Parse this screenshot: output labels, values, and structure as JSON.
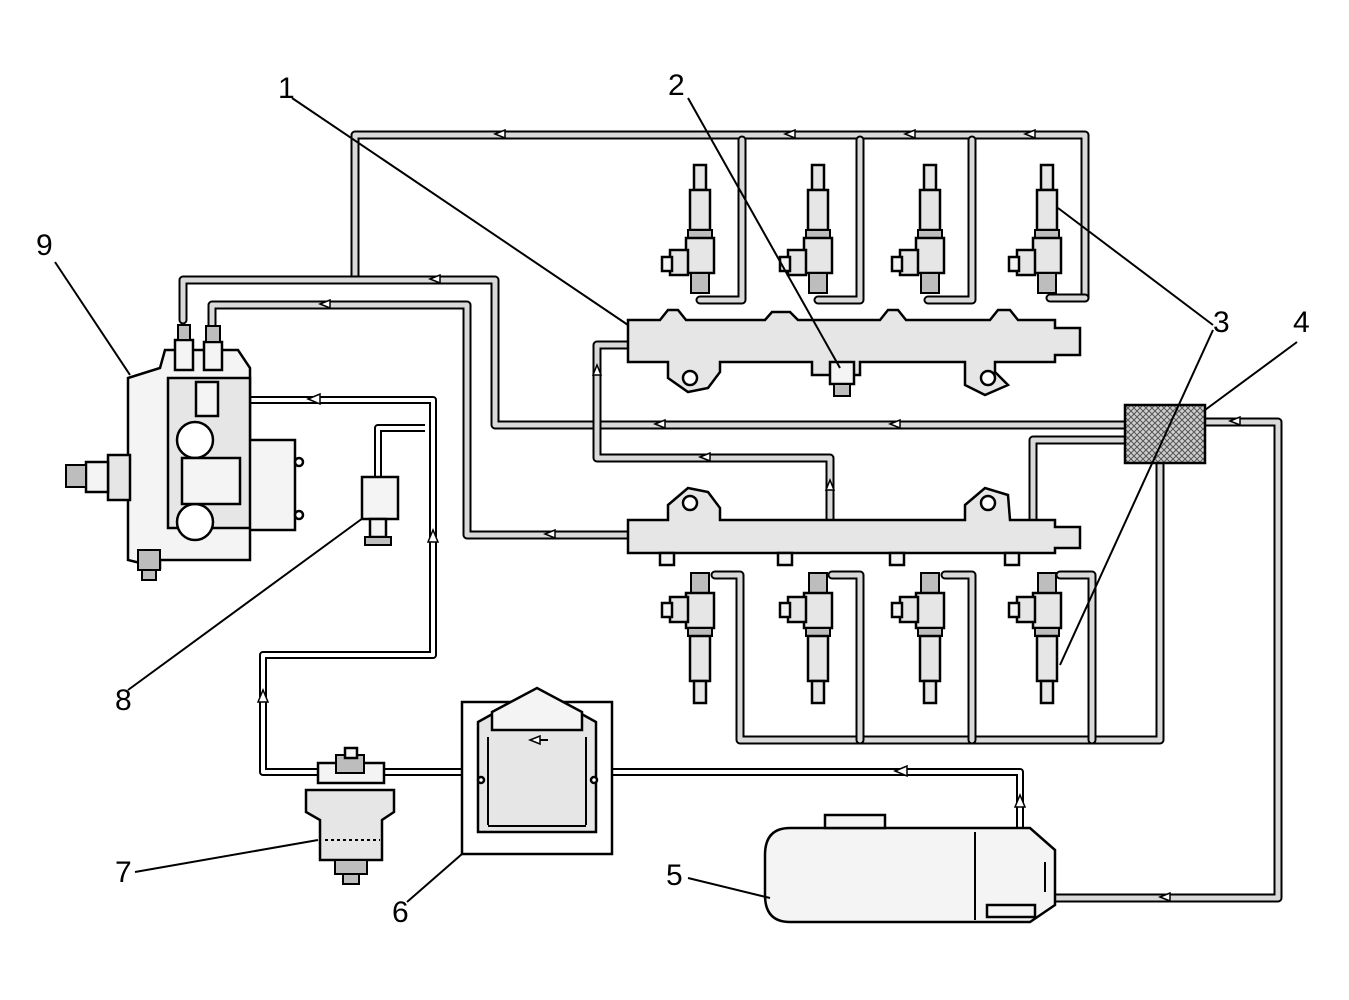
{
  "callouts": {
    "c1": "1",
    "c2": "2",
    "c3": "3",
    "c4": "4",
    "c5": "5",
    "c6": "6",
    "c7": "7",
    "c8": "8",
    "c9": "9"
  },
  "colors": {
    "line": "#000000",
    "fuel_fill": "#d9d9d9",
    "component_fill": "#e6e6e6"
  }
}
